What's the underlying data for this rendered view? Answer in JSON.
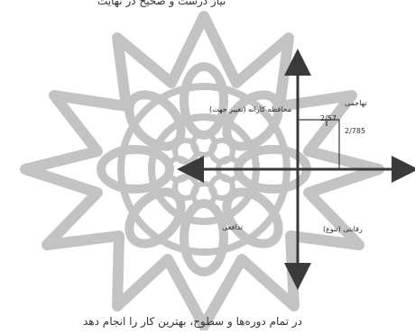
{
  "text": {
    "top_fragment": "نیاز درست و صحیح در نهایت",
    "bottom_fragment": "در تمام دوره‌ها و سطوح، بهترین کار را انجام دهد"
  },
  "labels": {
    "top_left": "محافظه کارانه (تغییر جهت)",
    "top_right": "تهاجمی",
    "bottom_left": "تدافعی",
    "bottom_right": "رقابتی (تنوع)",
    "value_x": "2/57",
    "value_y": "2/785"
  },
  "colors": {
    "ornament": "#c3c3c3",
    "axis": "#3a3a3a",
    "text": "#2b2b2b"
  }
}
